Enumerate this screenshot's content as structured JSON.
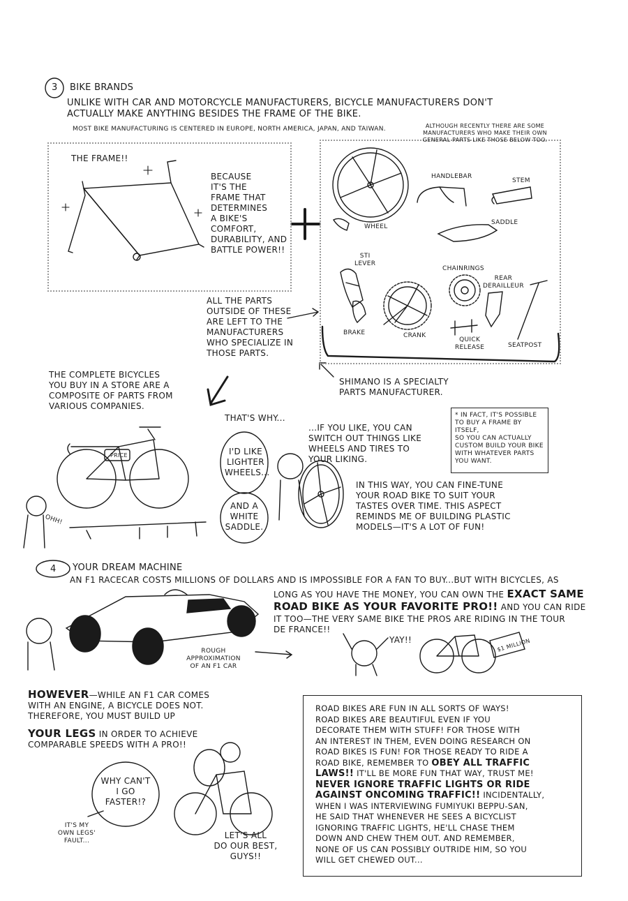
{
  "section3": {
    "number": "3",
    "title": "BIKE BRANDS",
    "intro": "UNLIKE WITH CAR AND MOTORCYCLE MANUFACTURERS, BICYCLE MANUFACTURERS DON'T ACTUALLY MAKE ANYTHING BESIDES THE FRAME OF THE BIKE.",
    "centered": "MOST BIKE MANUFACTURING IS CENTERED IN EUROPE, NORTH AMERICA, JAPAN, AND TAIWAN.",
    "although": "ALTHOUGH RECENTLY THERE ARE SOME MANUFACTURERS WHO MAKE THEIR OWN GENERAL PARTS LIKE THOSE BELOW TOO.",
    "frame_label": "THE FRAME!!",
    "frame_text": "BECAUSE\nIT'S THE\nFRAME THAT\nDETERMINES\nA BIKE'S\nCOMFORT,\nDURABILITY, AND\nBATTLE POWER!!",
    "plus": "+",
    "parts": {
      "wheel": "WHEEL",
      "handlebar": "HANDLEBAR",
      "stem": "STEM",
      "saddle": "SADDLE",
      "sti": "STI\nLEVER",
      "chainrings": "CHAINRINGS",
      "rear": "REAR\nDERAILLEUR",
      "brake": "BRAKE",
      "crank": "CRANK",
      "quick": "QUICK\nRELEASE",
      "seatpost": "SEATPOST"
    },
    "all_parts": "ALL THE PARTS\nOUTSIDE OF THESE\nARE LEFT TO THE\nMANUFACTURERS\nWHO SPECIALIZE IN\nTHOSE PARTS.",
    "shimano": "SHIMANO IS A SPECIALTY\nPARTS MANUFACTURER.",
    "complete": "THE COMPLETE BICYCLES\nYOU BUY IN A STORE ARE A\nCOMPOSITE OF PARTS FROM\nVARIOUS COMPANIES.",
    "price_tag": "PRICE",
    "ohh": "OHH!",
    "thats_why": "THAT'S WHY...",
    "bubble1": "I'D LIKE\nLIGHTER\nWHEELS...",
    "bubble2": "AND A\nWHITE\nSADDLE.",
    "if_you_like": "...IF YOU LIKE, YOU CAN\nSWITCH OUT THINGS LIKE\nWHEELS AND TIRES TO\nYOUR LIKING.",
    "note": "* IN FACT, IT'S POSSIBLE\nTO BUY A FRAME BY ITSELF,\nSO YOU CAN ACTUALLY\nCUSTOM BUILD YOUR BIKE\nWITH WHATEVER PARTS\nYOU WANT.",
    "fine_tune": "IN THIS WAY, YOU CAN FINE-TUNE\nYOUR ROAD BIKE TO SUIT YOUR\nTASTES OVER TIME. THIS ASPECT\nREMINDS ME OF BUILDING PLASTIC\nMODELS—IT'S A LOT OF FUN!"
  },
  "section4": {
    "number": "4",
    "title": "YOUR DREAM MACHINE",
    "line1": "AN F1 RACECAR COSTS MILLIONS OF DOLLARS AND IS IMPOSSIBLE FOR A FAN TO BUY...BUT WITH BICYCLES, AS",
    "line2_pre": "LONG AS YOU HAVE THE MONEY, YOU CAN OWN THE ",
    "exact_same": "EXACT SAME",
    "road_bike_pro": "ROAD BIKE AS YOUR FAVORITE PRO!!",
    "ride_it": " AND YOU CAN RIDE",
    "line_tour": "IT TOO—THE VERY SAME BIKE THE PROS ARE RIDING IN THE TOUR\nDE FRANCE!!",
    "rough": "ROUGH\nAPPROXIMATION\nOF AN F1 CAR",
    "yay": "YAY!!",
    "million_tag": "$1 MILLION",
    "however": "HOWEVER",
    "however_text": "—WHILE AN F1 CAR COMES\nWITH AN ENGINE, A BICYCLE DOES NOT.\nTHEREFORE, YOU MUST BUILD UP",
    "your_legs": "YOUR LEGS",
    "legs_text": " IN ORDER TO ACHIEVE",
    "comparable": "COMPARABLE SPEEDS WITH A PRO!!",
    "why_cant": "WHY CAN'T\nI GO\nFASTER!?",
    "my_own": "IT'S MY\nOWN LEGS'\nFAULT...",
    "lets_all": "LET'S ALL\nDO OUR BEST,\nGUYS!!",
    "box_p1": "ROAD BIKES ARE FUN IN ALL SORTS OF WAYS!\nROAD BIKES ARE BEAUTIFUL EVEN IF YOU\nDECORATE THEM WITH STUFF! FOR THOSE WITH\nAN INTEREST IN THEM, EVEN DOING RESEARCH ON\nROAD BIKES IS FUN! FOR THOSE READY TO RIDE A\nROAD BIKE, REMEMBER TO ",
    "obey": "OBEY ALL TRAFFIC",
    "laws": "LAWS!!",
    "box_p2": " IT'LL BE MORE FUN THAT WAY, TRUST ME!",
    "never": "NEVER IGNORE TRAFFIC LIGHTS OR RIDE\nAGAINST ONCOMING TRAFFIC!!",
    "box_p3": " INCIDENTALLY,\nWHEN I WAS INTERVIEWING FUMIYUKI BEPPU-SAN,\nHE SAID THAT WHENEVER HE SEES A BICYCLIST\nIGNORING TRAFFIC LIGHTS, HE'LL CHASE THEM\nDOWN AND CHEW THEM OUT. AND REMEMBER,\nNONE OF US CAN POSSIBLY OUTRIDE HIM, SO YOU\nWILL GET CHEWED OUT..."
  }
}
